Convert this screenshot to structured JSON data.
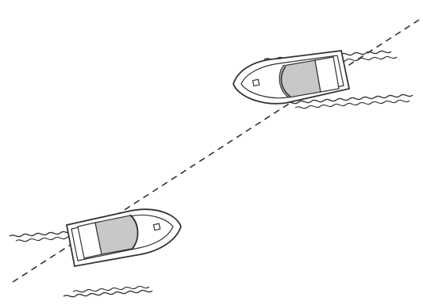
{
  "diagram": {
    "description_free": true,
    "boats": [
      {
        "id": "boat-upper",
        "heading": "left"
      },
      {
        "id": "boat-lower",
        "heading": "right"
      }
    ],
    "colors": {
      "line": "#333333",
      "hull": "#ffffff",
      "cockpit": "#c8c8c8",
      "background": "#ffffff"
    },
    "course_line": "dashed"
  }
}
